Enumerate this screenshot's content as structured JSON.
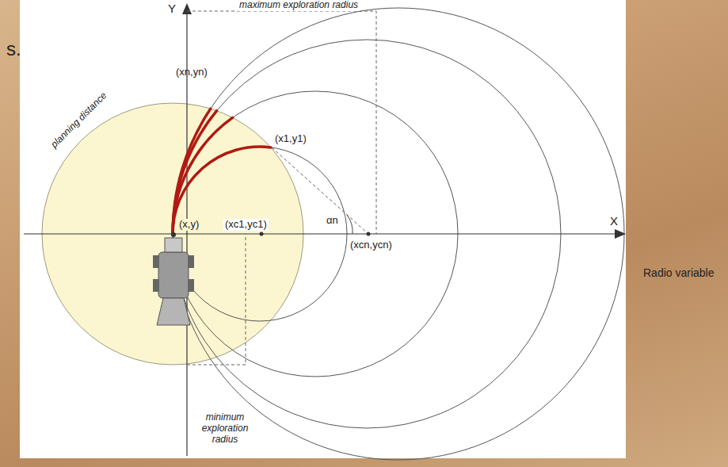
{
  "diagram": {
    "labels": [
      "s.",
      "Y",
      "X",
      "maximum exploration radius",
      "(xn,yn)",
      "(x1,y1)",
      "planning distance",
      "(x,y)",
      "(xc1,yc1)",
      "αn",
      "(xcn,ycn)",
      "minimum exploration radius",
      "Radio variable"
    ]
  }
}
